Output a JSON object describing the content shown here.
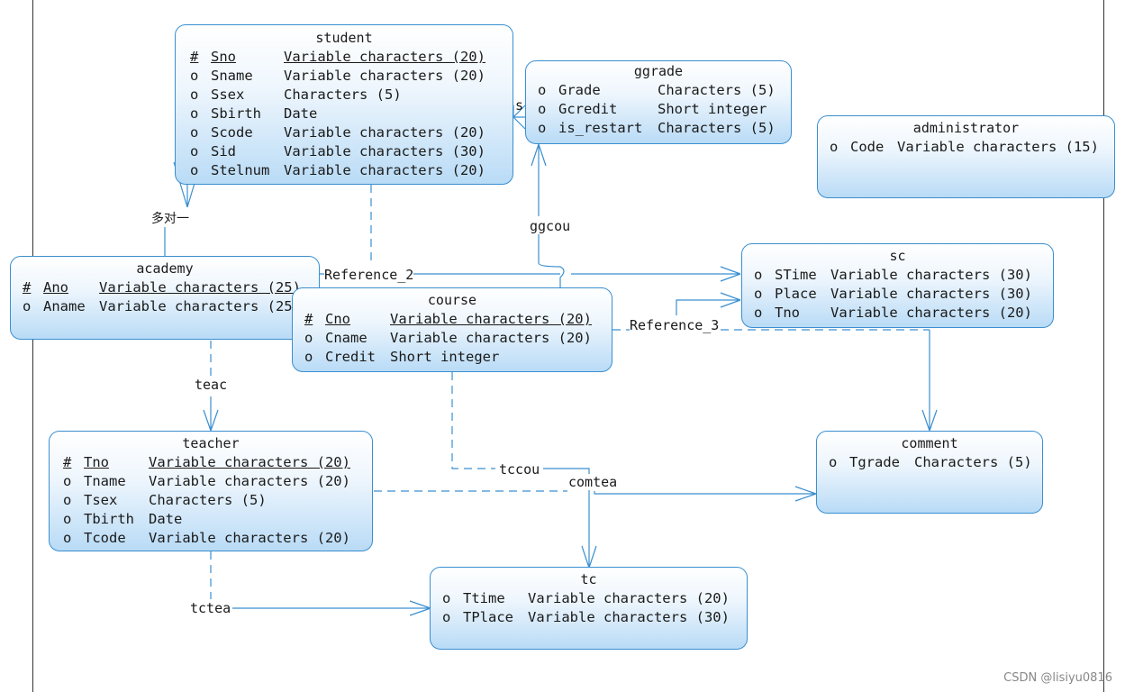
{
  "entities": {
    "student": {
      "name": "student",
      "attrs": [
        {
          "mark": "#",
          "name": "Sno",
          "type": "Variable characters (20)"
        },
        {
          "mark": "o",
          "name": "Sname",
          "type": "Variable characters (20)"
        },
        {
          "mark": "o",
          "name": "Ssex",
          "type": "Characters (5)"
        },
        {
          "mark": "o",
          "name": "Sbirth",
          "type": "Date"
        },
        {
          "mark": "o",
          "name": "Scode",
          "type": "Variable characters (20)"
        },
        {
          "mark": "o",
          "name": "Sid",
          "type": "Variable characters (30)"
        },
        {
          "mark": "o",
          "name": "Stelnum",
          "type": "Variable characters (20)"
        }
      ]
    },
    "ggrade": {
      "name": "ggrade",
      "attrs": [
        {
          "mark": "o",
          "name": "Grade",
          "type": "Characters (5)"
        },
        {
          "mark": "o",
          "name": "Gcredit",
          "type": "Short integer"
        },
        {
          "mark": "o",
          "name": "is_restart",
          "type": "Characters (5)"
        }
      ]
    },
    "administrator": {
      "name": "administrator",
      "attrs": [
        {
          "mark": "o",
          "name": "Code",
          "type": "Variable characters (15)"
        }
      ]
    },
    "academy": {
      "name": "academy",
      "attrs": [
        {
          "mark": "#",
          "name": "Ano",
          "type": "Variable characters (25)"
        },
        {
          "mark": "o",
          "name": "Aname",
          "type": "Variable characters (25)"
        }
      ]
    },
    "sc": {
      "name": "sc",
      "attrs": [
        {
          "mark": "o",
          "name": "STime",
          "type": "Variable characters (30)"
        },
        {
          "mark": "o",
          "name": "Place",
          "type": "Variable characters (30)"
        },
        {
          "mark": "o",
          "name": "Tno",
          "type": "Variable characters (20)"
        }
      ]
    },
    "course": {
      "name": "course",
      "attrs": [
        {
          "mark": "#",
          "name": "Cno",
          "type": "Variable characters (20)"
        },
        {
          "mark": "o",
          "name": "Cname",
          "type": "Variable characters (20)"
        },
        {
          "mark": "o",
          "name": "Credit",
          "type": "Short integer"
        }
      ]
    },
    "teacher": {
      "name": "teacher",
      "attrs": [
        {
          "mark": "#",
          "name": "Tno",
          "type": "Variable characters (20)"
        },
        {
          "mark": "o",
          "name": "Tname",
          "type": "Variable characters (20)"
        },
        {
          "mark": "o",
          "name": "Tsex",
          "type": "Characters (5)"
        },
        {
          "mark": "o",
          "name": "Tbirth",
          "type": "Date"
        },
        {
          "mark": "o",
          "name": "Tcode",
          "type": "Variable characters (20)"
        }
      ]
    },
    "comment": {
      "name": "comment",
      "attrs": [
        {
          "mark": "o",
          "name": "Tgrade",
          "type": "Characters (5)"
        }
      ]
    },
    "tc": {
      "name": "tc",
      "attrs": [
        {
          "mark": "o",
          "name": "Ttime",
          "type": "Variable characters (20)"
        },
        {
          "mark": "o",
          "name": "TPlace",
          "type": "Variable characters (30)"
        }
      ]
    }
  },
  "relations": {
    "many_to_one": "多对一",
    "reference_2": "Reference_2",
    "reference_3": "Reference_3",
    "ggcou": "ggcou",
    "s": "s",
    "teac": "teac",
    "tccou": "tccou",
    "comtea": "comtea",
    "tctea": "tctea"
  },
  "colors": {
    "line": "#3a8fd0",
    "border": "#3a8fd0",
    "fill_end": "#b9dbf6"
  },
  "watermark": "CSDN @lisiyu0816"
}
